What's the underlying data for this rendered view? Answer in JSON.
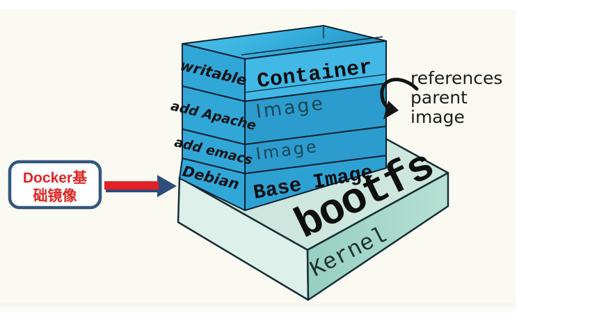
{
  "title": "Docker image layers diagram",
  "colors": {
    "page_bg": "#ffffff",
    "panel_bg": "#fbfaf2",
    "stack_top_face": "#4ec1ea",
    "stack_top_inner": "#2b9dcc",
    "stack_side_face": "#31a7d8",
    "stack_front_light": "#41b8e5",
    "stack_front_mid": "#2b9ccd",
    "stack_front_base": "#2ea1d3",
    "stack_outline": "#0a2130",
    "platform_top": "#cde7df",
    "platform_front_left": "#ddf0e9",
    "platform_front_right": "#a4d6c9",
    "platform_outline": "#152e34",
    "image_label_color": "#1b4553",
    "annotation_color": "#1c1c1c",
    "callout_border": "#33567f",
    "callout_text": "#e02522",
    "arrow_red": "#e32127",
    "arrow_navy": "#2e4d7b"
  },
  "stack": {
    "layers": [
      {
        "side_label": "writable",
        "front_label": "Container"
      },
      {
        "side_label": "add Apache",
        "front_label": "Image"
      },
      {
        "side_label": "add emacs",
        "front_label": "Image"
      },
      {
        "side_label": "Debian",
        "front_label": "Base Image"
      }
    ]
  },
  "platform": {
    "top_label": "bootfs",
    "front_label": "Kernel"
  },
  "annotation": {
    "line1": "references",
    "line2": "parent",
    "line3": "image"
  },
  "callout": {
    "line1": "Docker基",
    "line2": "础镜像"
  }
}
